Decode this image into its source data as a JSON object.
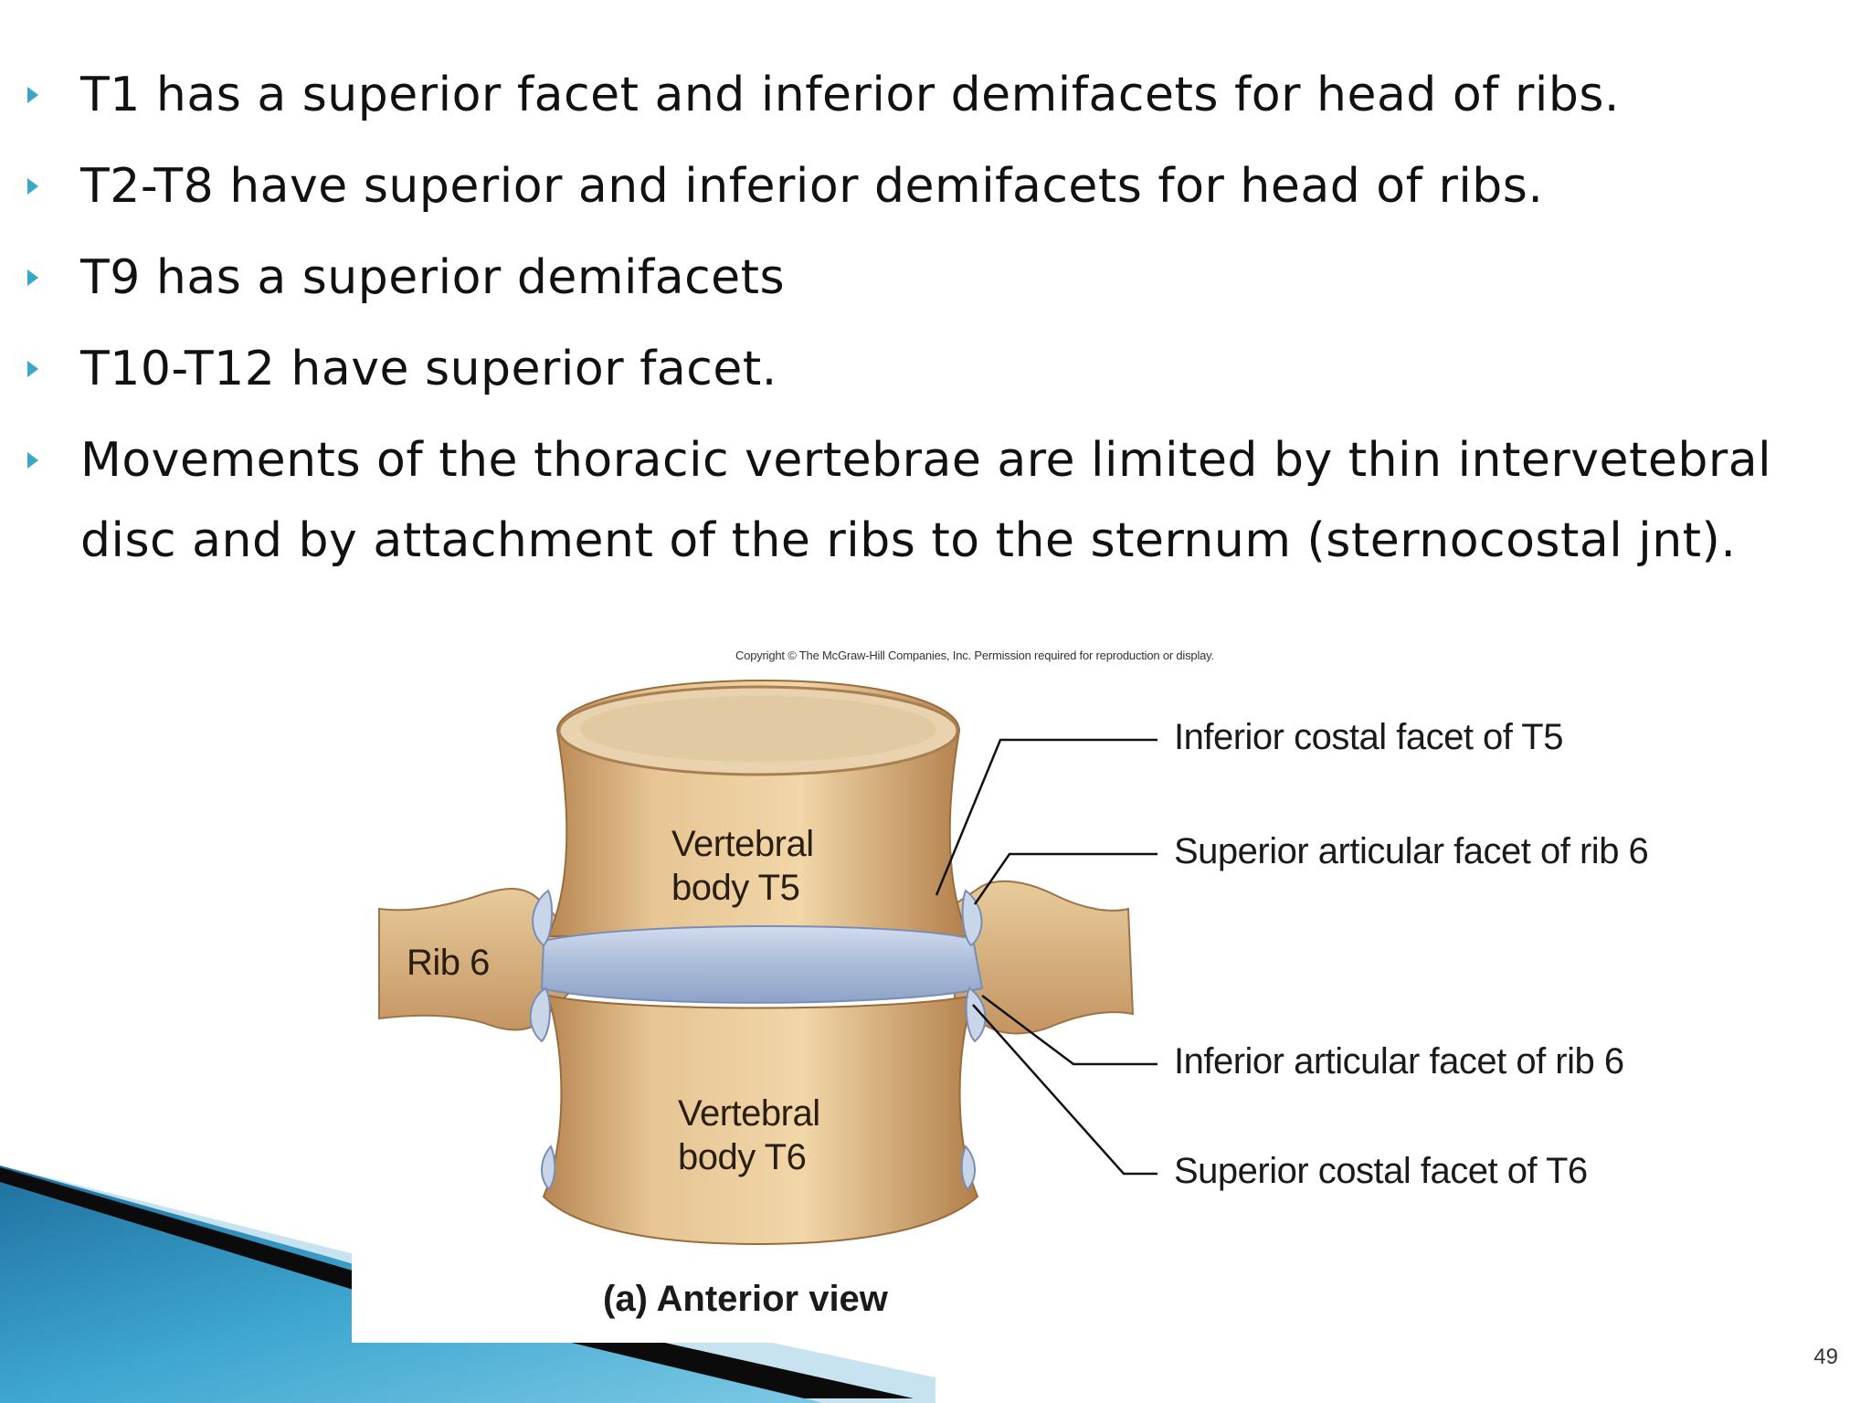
{
  "bullets": [
    "T1 has a superior facet and inferior demifacets for head of ribs.",
    "T2-T8 have superior and inferior demifacets for head of ribs.",
    "T9 has a superior demifacets",
    "T10-T12 have superior facet.",
    "Movements of the thoracic vertebrae are limited by thin intervetebral disc and by attachment of the ribs to the sternum (sternocostal jnt)."
  ],
  "figure": {
    "copyright": "Copyright © The McGraw-Hill Companies, Inc. Permission required for reproduction or display.",
    "labels": {
      "inferior_costal_facet_t5": "Inferior costal facet of T5",
      "superior_articular_facet_rib6": "Superior articular facet of rib 6",
      "inferior_articular_facet_rib6": "Inferior articular facet of rib 6",
      "superior_costal_facet_t6": "Superior costal facet of T6",
      "rib6": "Rib 6",
      "body_t5_line1": "Vertebral",
      "body_t5_line2": "body T5",
      "body_t6_line1": "Vertebral",
      "body_t6_line2": "body T6"
    },
    "caption": "(a) Anterior view"
  },
  "slide_number": "49",
  "colors": {
    "bullet_marker": "#3aa6c8",
    "bone": "#d9ae78",
    "disc": "#b9c8e0",
    "corner_blue": "#2a87b8"
  }
}
